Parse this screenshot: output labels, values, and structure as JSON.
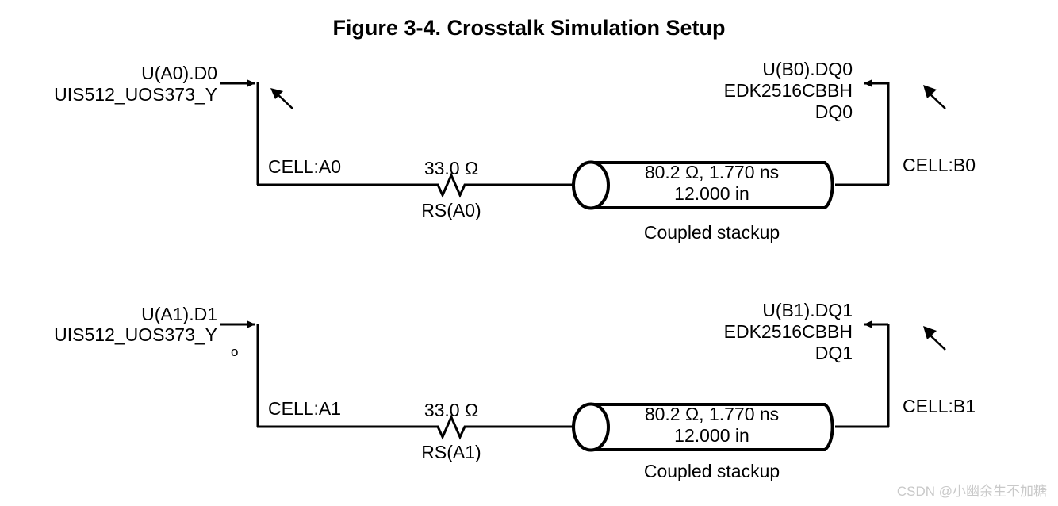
{
  "figure": {
    "title": "Figure 3-4. Crosstalk Simulation Setup"
  },
  "watermark": {
    "text": "CSDN @小幽余生不加糖",
    "color": "#c9c9c9"
  },
  "colors": {
    "ink": "#000000",
    "background": "#ffffff"
  },
  "nets": [
    {
      "id": "net-0",
      "driver": {
        "pin_label": "U(A0).D0",
        "model_label": "UIS512_UOS373_Y",
        "node_label": "CELL:A0",
        "marker": "o",
        "marker_visible": false
      },
      "resistor": {
        "value_label": "33.0 Ω",
        "ref_label": "RS(A0)"
      },
      "transmission_line": {
        "line1": "80.2 Ω, 1.770 ns",
        "line2": "12.000 in",
        "caption": "Coupled stackup"
      },
      "receiver": {
        "pin_label": "U(B0).DQ0",
        "part_label": "EDK2516CBBH",
        "signal_label": "DQ0",
        "node_label": "CELL:B0"
      }
    },
    {
      "id": "net-1",
      "driver": {
        "pin_label": "U(A1).D1",
        "model_label": "UIS512_UOS373_Y",
        "node_label": "CELL:A1",
        "marker": "o",
        "marker_visible": true
      },
      "resistor": {
        "value_label": "33.0 Ω",
        "ref_label": "RS(A1)"
      },
      "transmission_line": {
        "line1": "80.2 Ω, 1.770 ns",
        "line2": "12.000 in",
        "caption": "Coupled stackup"
      },
      "receiver": {
        "pin_label": "U(B1).DQ1",
        "part_label": "EDK2516CBBH",
        "signal_label": "DQ1",
        "node_label": "CELL:B1"
      }
    }
  ]
}
